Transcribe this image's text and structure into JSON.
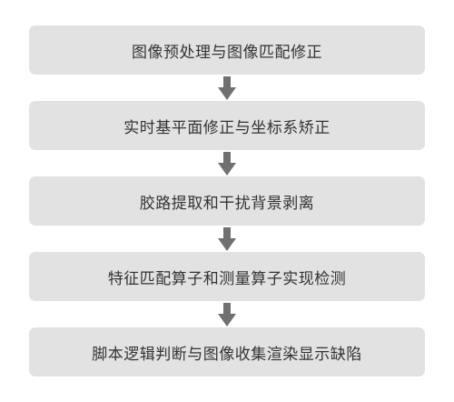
{
  "flowchart": {
    "steps": [
      {
        "label": "图像预处理与图像匹配修正"
      },
      {
        "label": "实时基平面修正与坐标系矫正"
      },
      {
        "label": "胶路提取和干扰背景剥离"
      },
      {
        "label": "特征匹配算子和测量算子实现检测"
      },
      {
        "label": "脚本逻辑判断与图像收集渲染显示缺陷"
      }
    ],
    "arrow_icon": "arrow-down-icon",
    "colors": {
      "box_fill": "#e2e2e2",
      "text": "#333333",
      "arrow": "#707070"
    }
  }
}
